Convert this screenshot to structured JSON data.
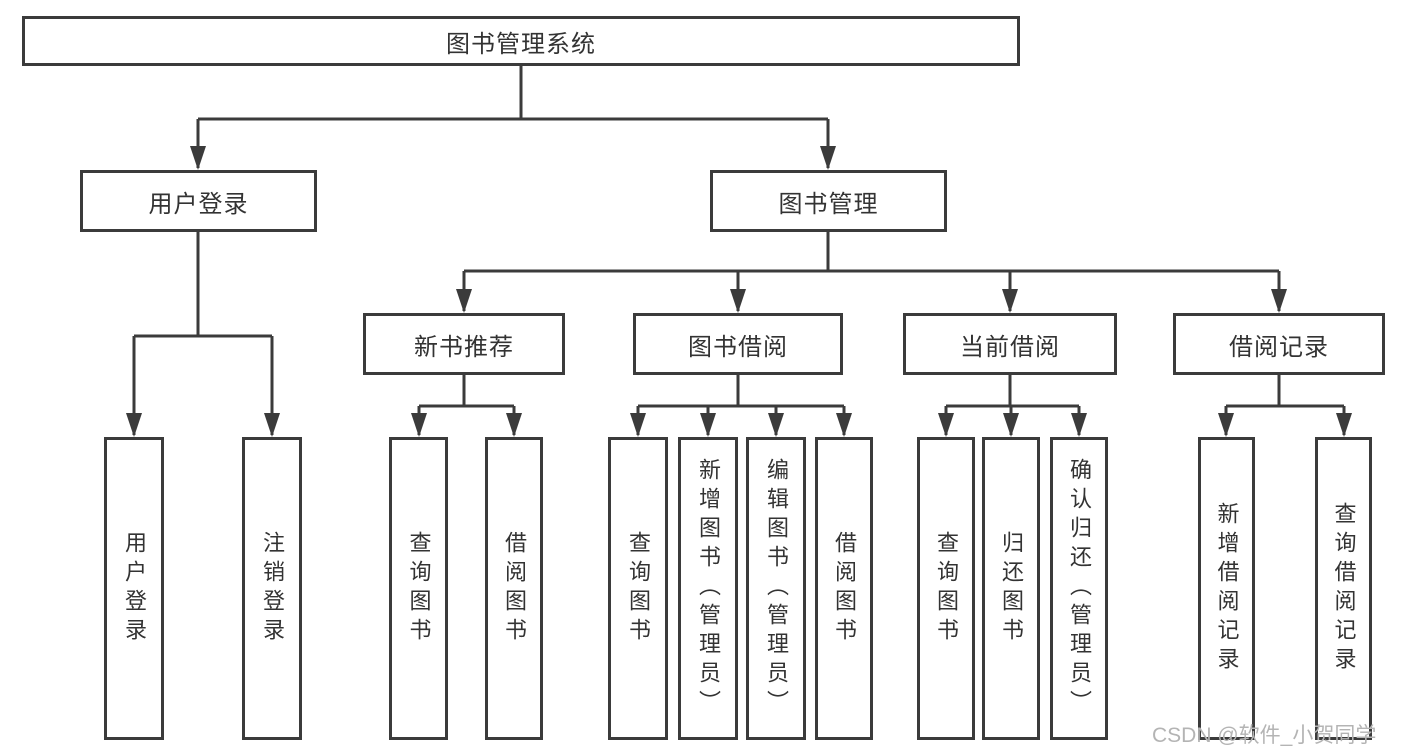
{
  "diagram": {
    "title": "图书管理系统",
    "tree": {
      "label": "图书管理系统",
      "children": [
        {
          "label": "用户登录",
          "children": [
            {
              "label": "用户登录"
            },
            {
              "label": "注销登录"
            }
          ]
        },
        {
          "label": "图书管理",
          "children": [
            {
              "label": "新书推荐",
              "children": [
                {
                  "label": "查询图书"
                },
                {
                  "label": "借阅图书"
                }
              ]
            },
            {
              "label": "图书借阅",
              "children": [
                {
                  "label": "查询图书"
                },
                {
                  "label": "新增图书（管理员）"
                },
                {
                  "label": "编辑图书（管理员）"
                },
                {
                  "label": "借阅图书"
                }
              ]
            },
            {
              "label": "当前借阅",
              "children": [
                {
                  "label": "查询图书"
                },
                {
                  "label": "归还图书"
                },
                {
                  "label": "确认归还（管理员）"
                }
              ]
            },
            {
              "label": "借阅记录",
              "children": [
                {
                  "label": "新增借阅记录"
                },
                {
                  "label": "查询借阅记录"
                }
              ]
            }
          ]
        }
      ]
    }
  },
  "watermark": {
    "text": "CSDN @软件_小贺同学"
  },
  "colors": {
    "line": "#3b3b3b",
    "text": "#333333",
    "background": "#ffffff",
    "watermark": "#b4b4b4"
  }
}
